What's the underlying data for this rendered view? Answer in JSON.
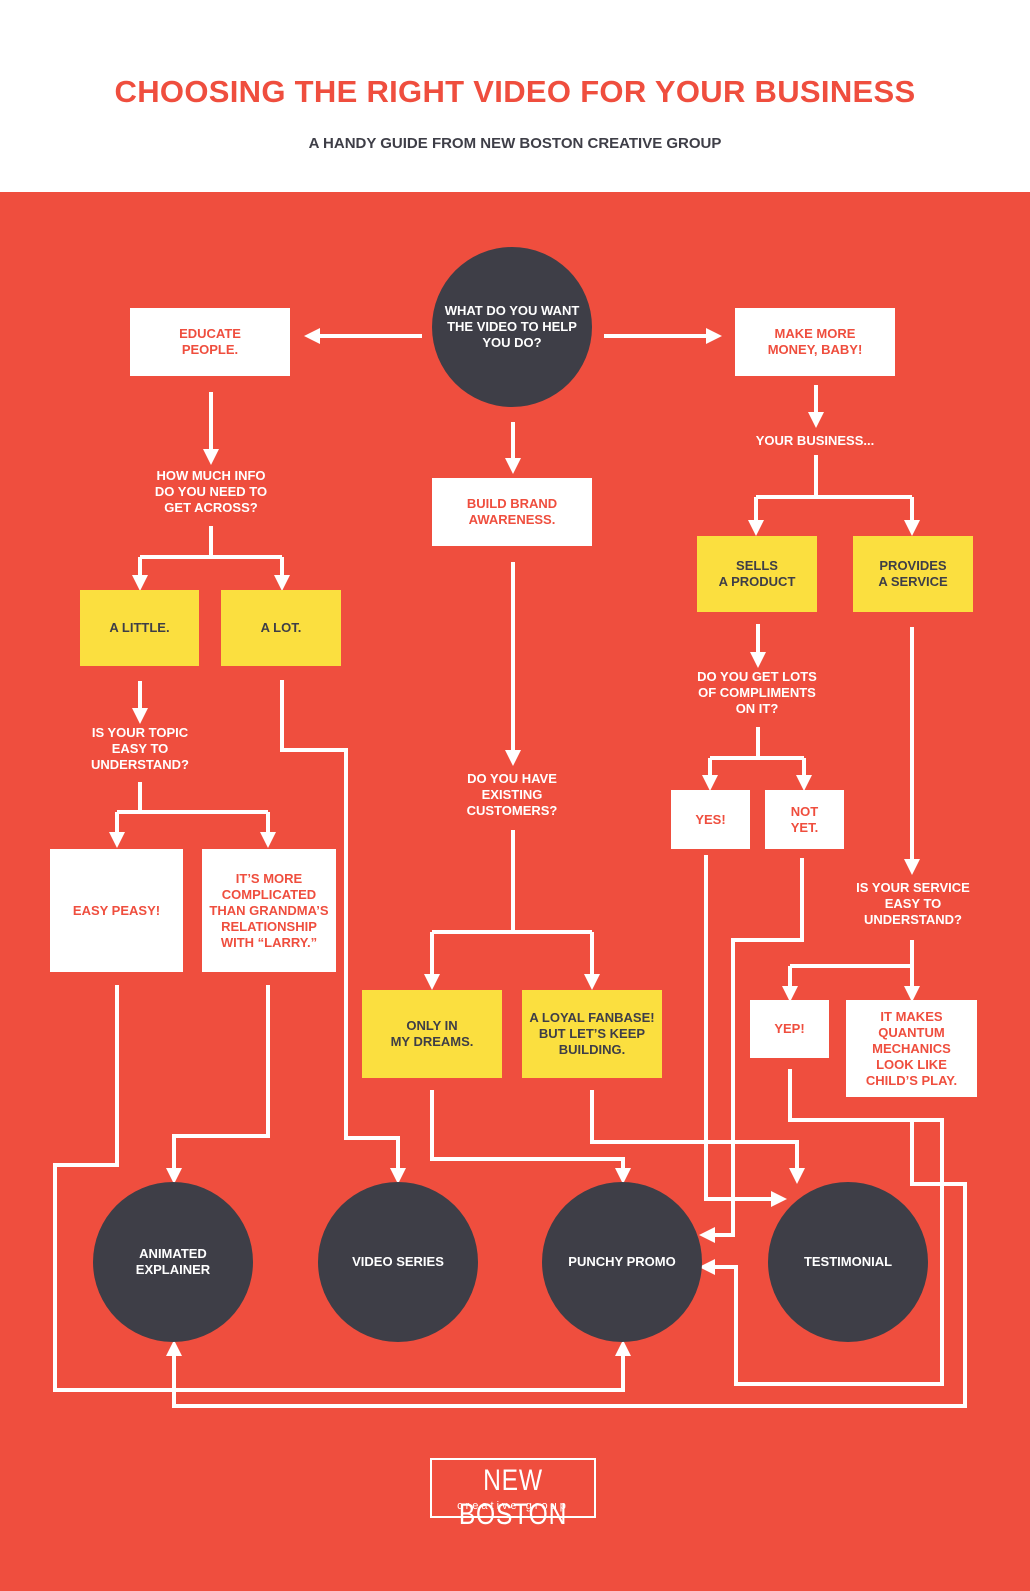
{
  "header": {
    "title": "CHOOSING THE RIGHT VIDEO FOR YOUR BUSINESS",
    "subtitle": "A HANDY GUIDE FROM NEW BOSTON CREATIVE GROUP"
  },
  "colors": {
    "accent": "#ef4e3e",
    "dark": "#3e3e47",
    "yellow": "#fbdf3f",
    "white": "#ffffff"
  },
  "flow": {
    "start": "WHAT DO YOU WANT\nTHE VIDEO TO HELP\nYOU DO?",
    "educate": "EDUCATE\nPEOPLE.",
    "brand": "BUILD BRAND\nAWARENESS.",
    "money": "MAKE MORE\nMONEY, BABY!",
    "q_info": "HOW MUCH INFO\nDO YOU NEED TO\nGET ACROSS?",
    "a_little": "A LITTLE.",
    "a_lot": "A LOT.",
    "q_topic": "IS YOUR TOPIC\nEASY TO\nUNDERSTAND?",
    "easy_peasy": "EASY PEASY!",
    "complicated": "IT’S MORE\nCOMPLICATED\nTHAN GRANDMA’S\nRELATIONSHIP\nWITH “LARRY.”",
    "q_customers": "DO YOU HAVE\nEXISTING\nCUSTOMERS?",
    "only_dreams": "ONLY IN\nMY DREAMS.",
    "loyal_fanbase": "A LOYAL FANBASE!\nBUT LET’S KEEP\nBUILDING.",
    "your_business": "YOUR BUSINESS...",
    "sells_product": "SELLS\nA PRODUCT",
    "provides_service": "PROVIDES\nA SERVICE",
    "q_compliments": "DO YOU GET LOTS\nOF COMPLIMENTS\nON IT?",
    "yes": "YES!",
    "not_yet": "NOT\nYET.",
    "q_service": "IS YOUR SERVICE\nEASY TO\nUNDERSTAND?",
    "yep": "YEP!",
    "quantum": "IT MAKES\nQUANTUM\nMECHANICS\nLOOK LIKE\nCHILD’S PLAY.",
    "animated_explainer": "ANIMATED\nEXPLAINER",
    "video_series": "VIDEO SERIES",
    "punchy_promo": "PUNCHY PROMO",
    "testimonial": "TESTIMONIAL"
  },
  "logo": {
    "name": "NEW BOSTON",
    "tagline": "creative group"
  }
}
